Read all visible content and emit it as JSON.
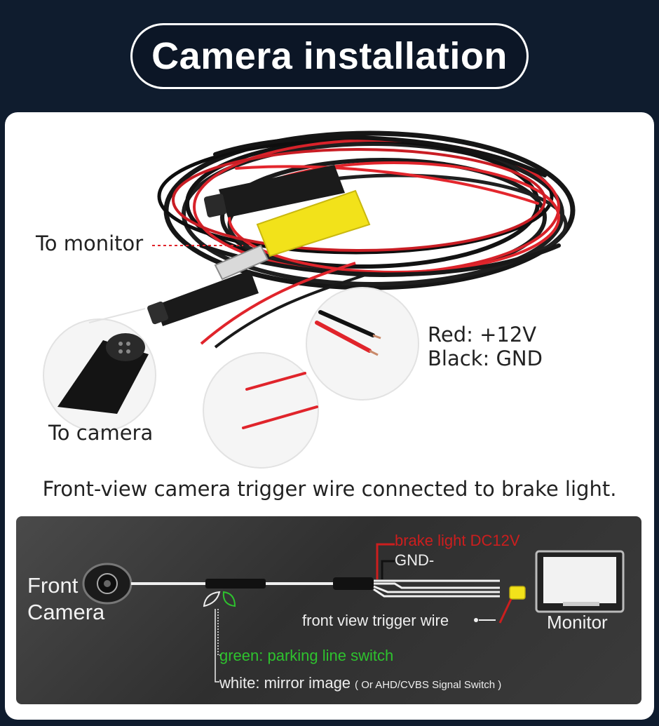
{
  "title": "Camera installation",
  "photo": {
    "to_monitor": "To monitor",
    "to_camera": "To camera",
    "red_wire": "Red: +12V",
    "black_wire": "Black: GND"
  },
  "caption": "Front-view camera trigger wire connected to brake light.",
  "diagram": {
    "front_camera_line1": "Front",
    "front_camera_line2": "Camera",
    "brake_light": "brake light DC12V",
    "gnd": "GND-",
    "trigger_wire": "front view trigger wire",
    "monitor": "Monitor",
    "green_label": "green: parking line switch",
    "white_label": "white: mirror image",
    "white_note": "( Or AHD/CVBS Signal Switch )"
  },
  "colors": {
    "background": "#0f1c2e",
    "card": "#ffffff",
    "wire_red": "#e0242b",
    "wire_black": "#1a1a1a",
    "rca_yellow": "#f2e21a",
    "green_text": "#2ec22e",
    "brake_text": "#cc1e1e"
  }
}
